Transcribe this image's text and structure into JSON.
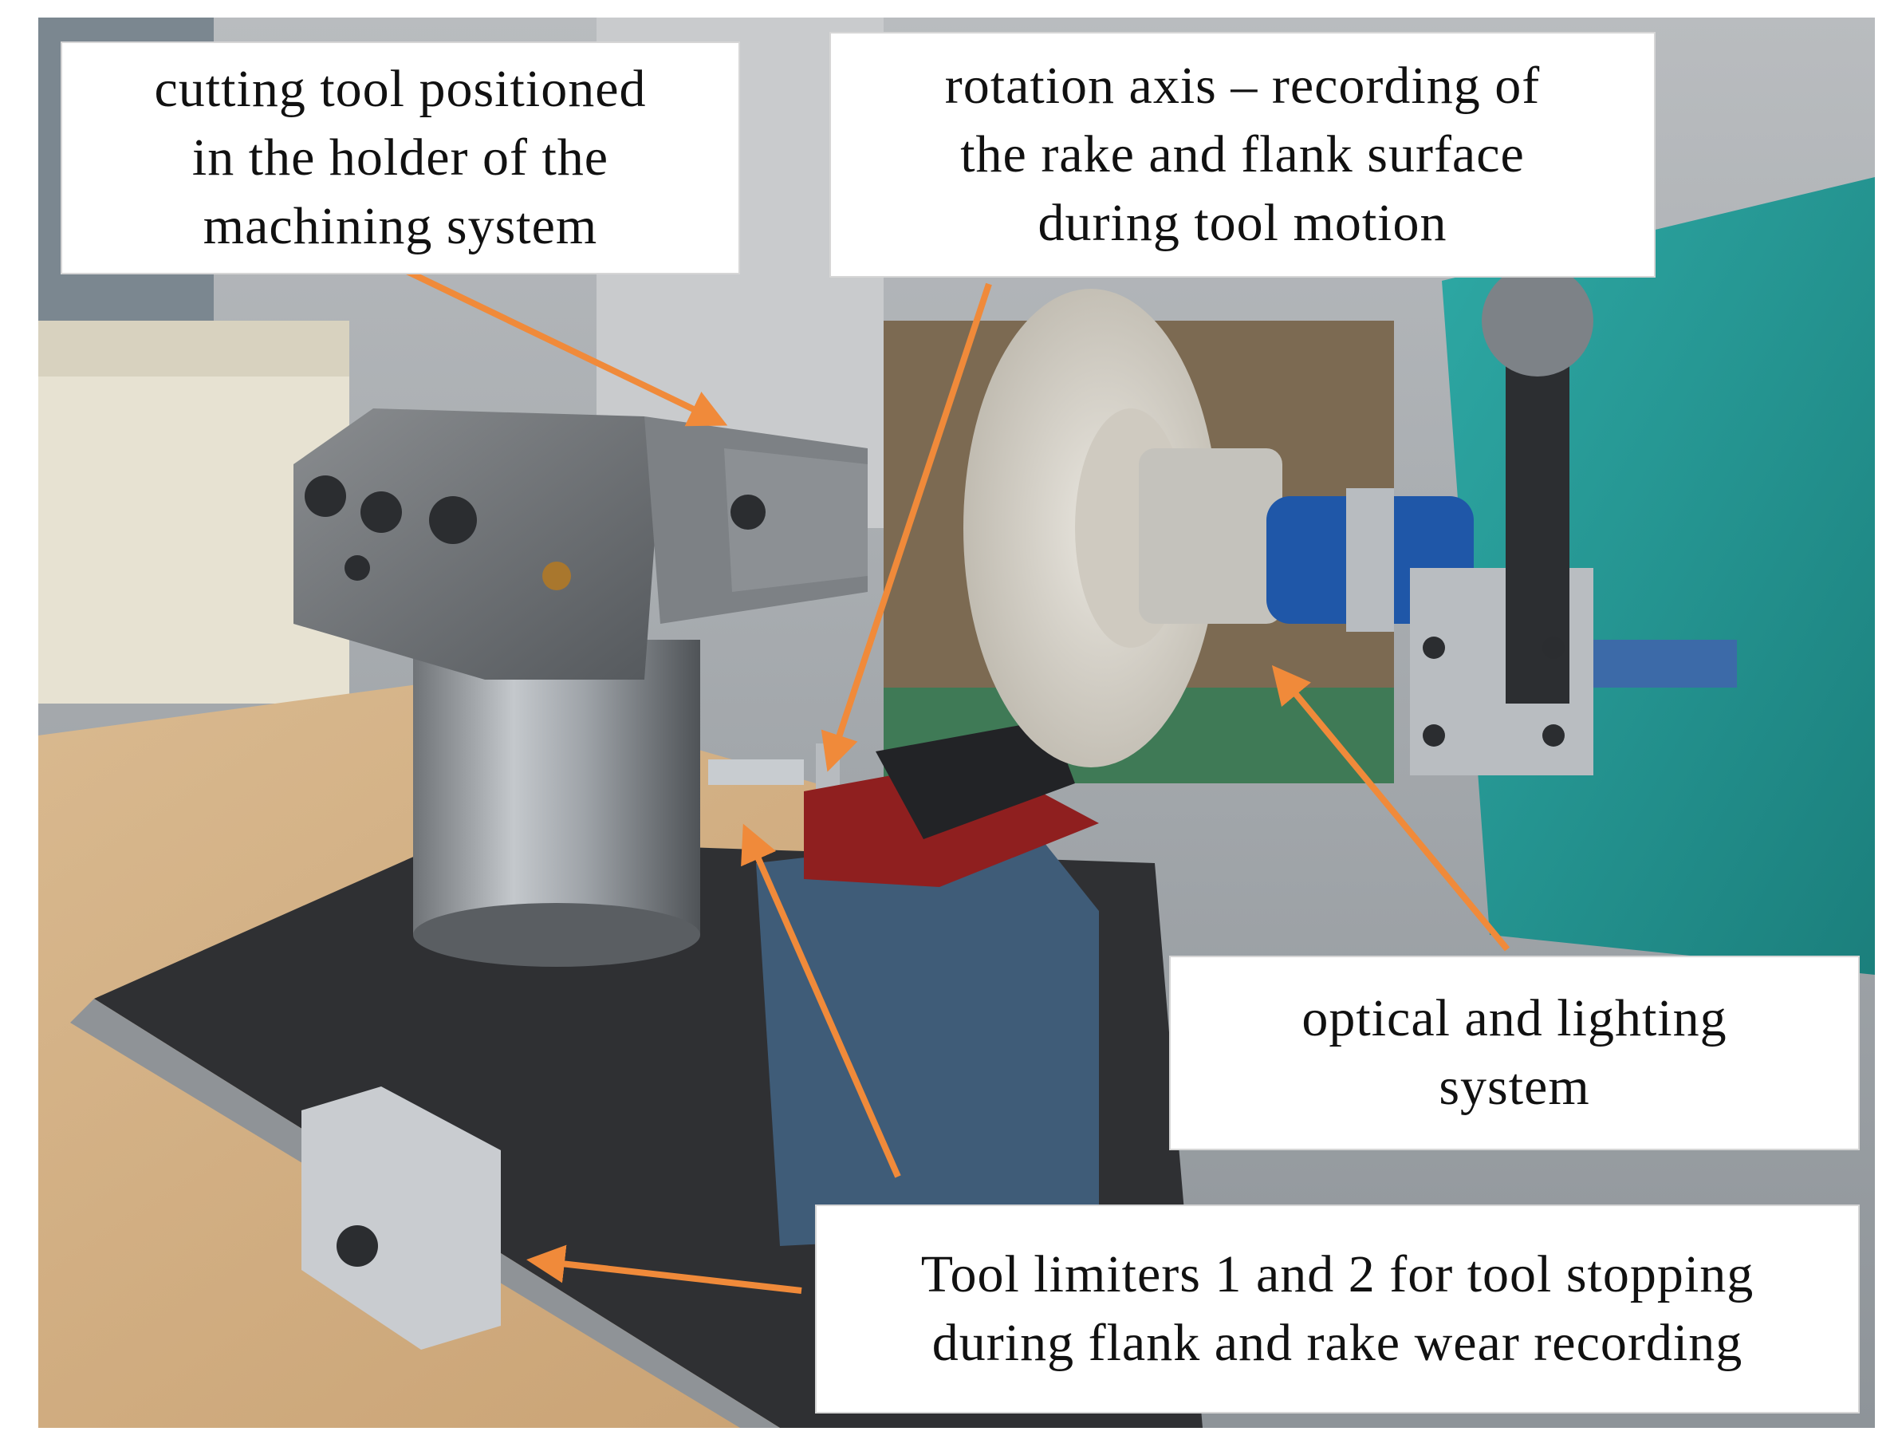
{
  "labels": {
    "tool": "cutting tool positioned\nin the holder of the\nmachining system",
    "axis": "rotation axis – recording of\nthe rake and flank surface\nduring tool motion",
    "optical": "optical and lighting\nsystem",
    "limiters": "Tool limiters 1 and 2 for tool stopping\nduring flank and rake wear recording"
  },
  "colors": {
    "arrow": "#f08a3a",
    "label_bg": "#ffffff",
    "text": "#111111"
  }
}
